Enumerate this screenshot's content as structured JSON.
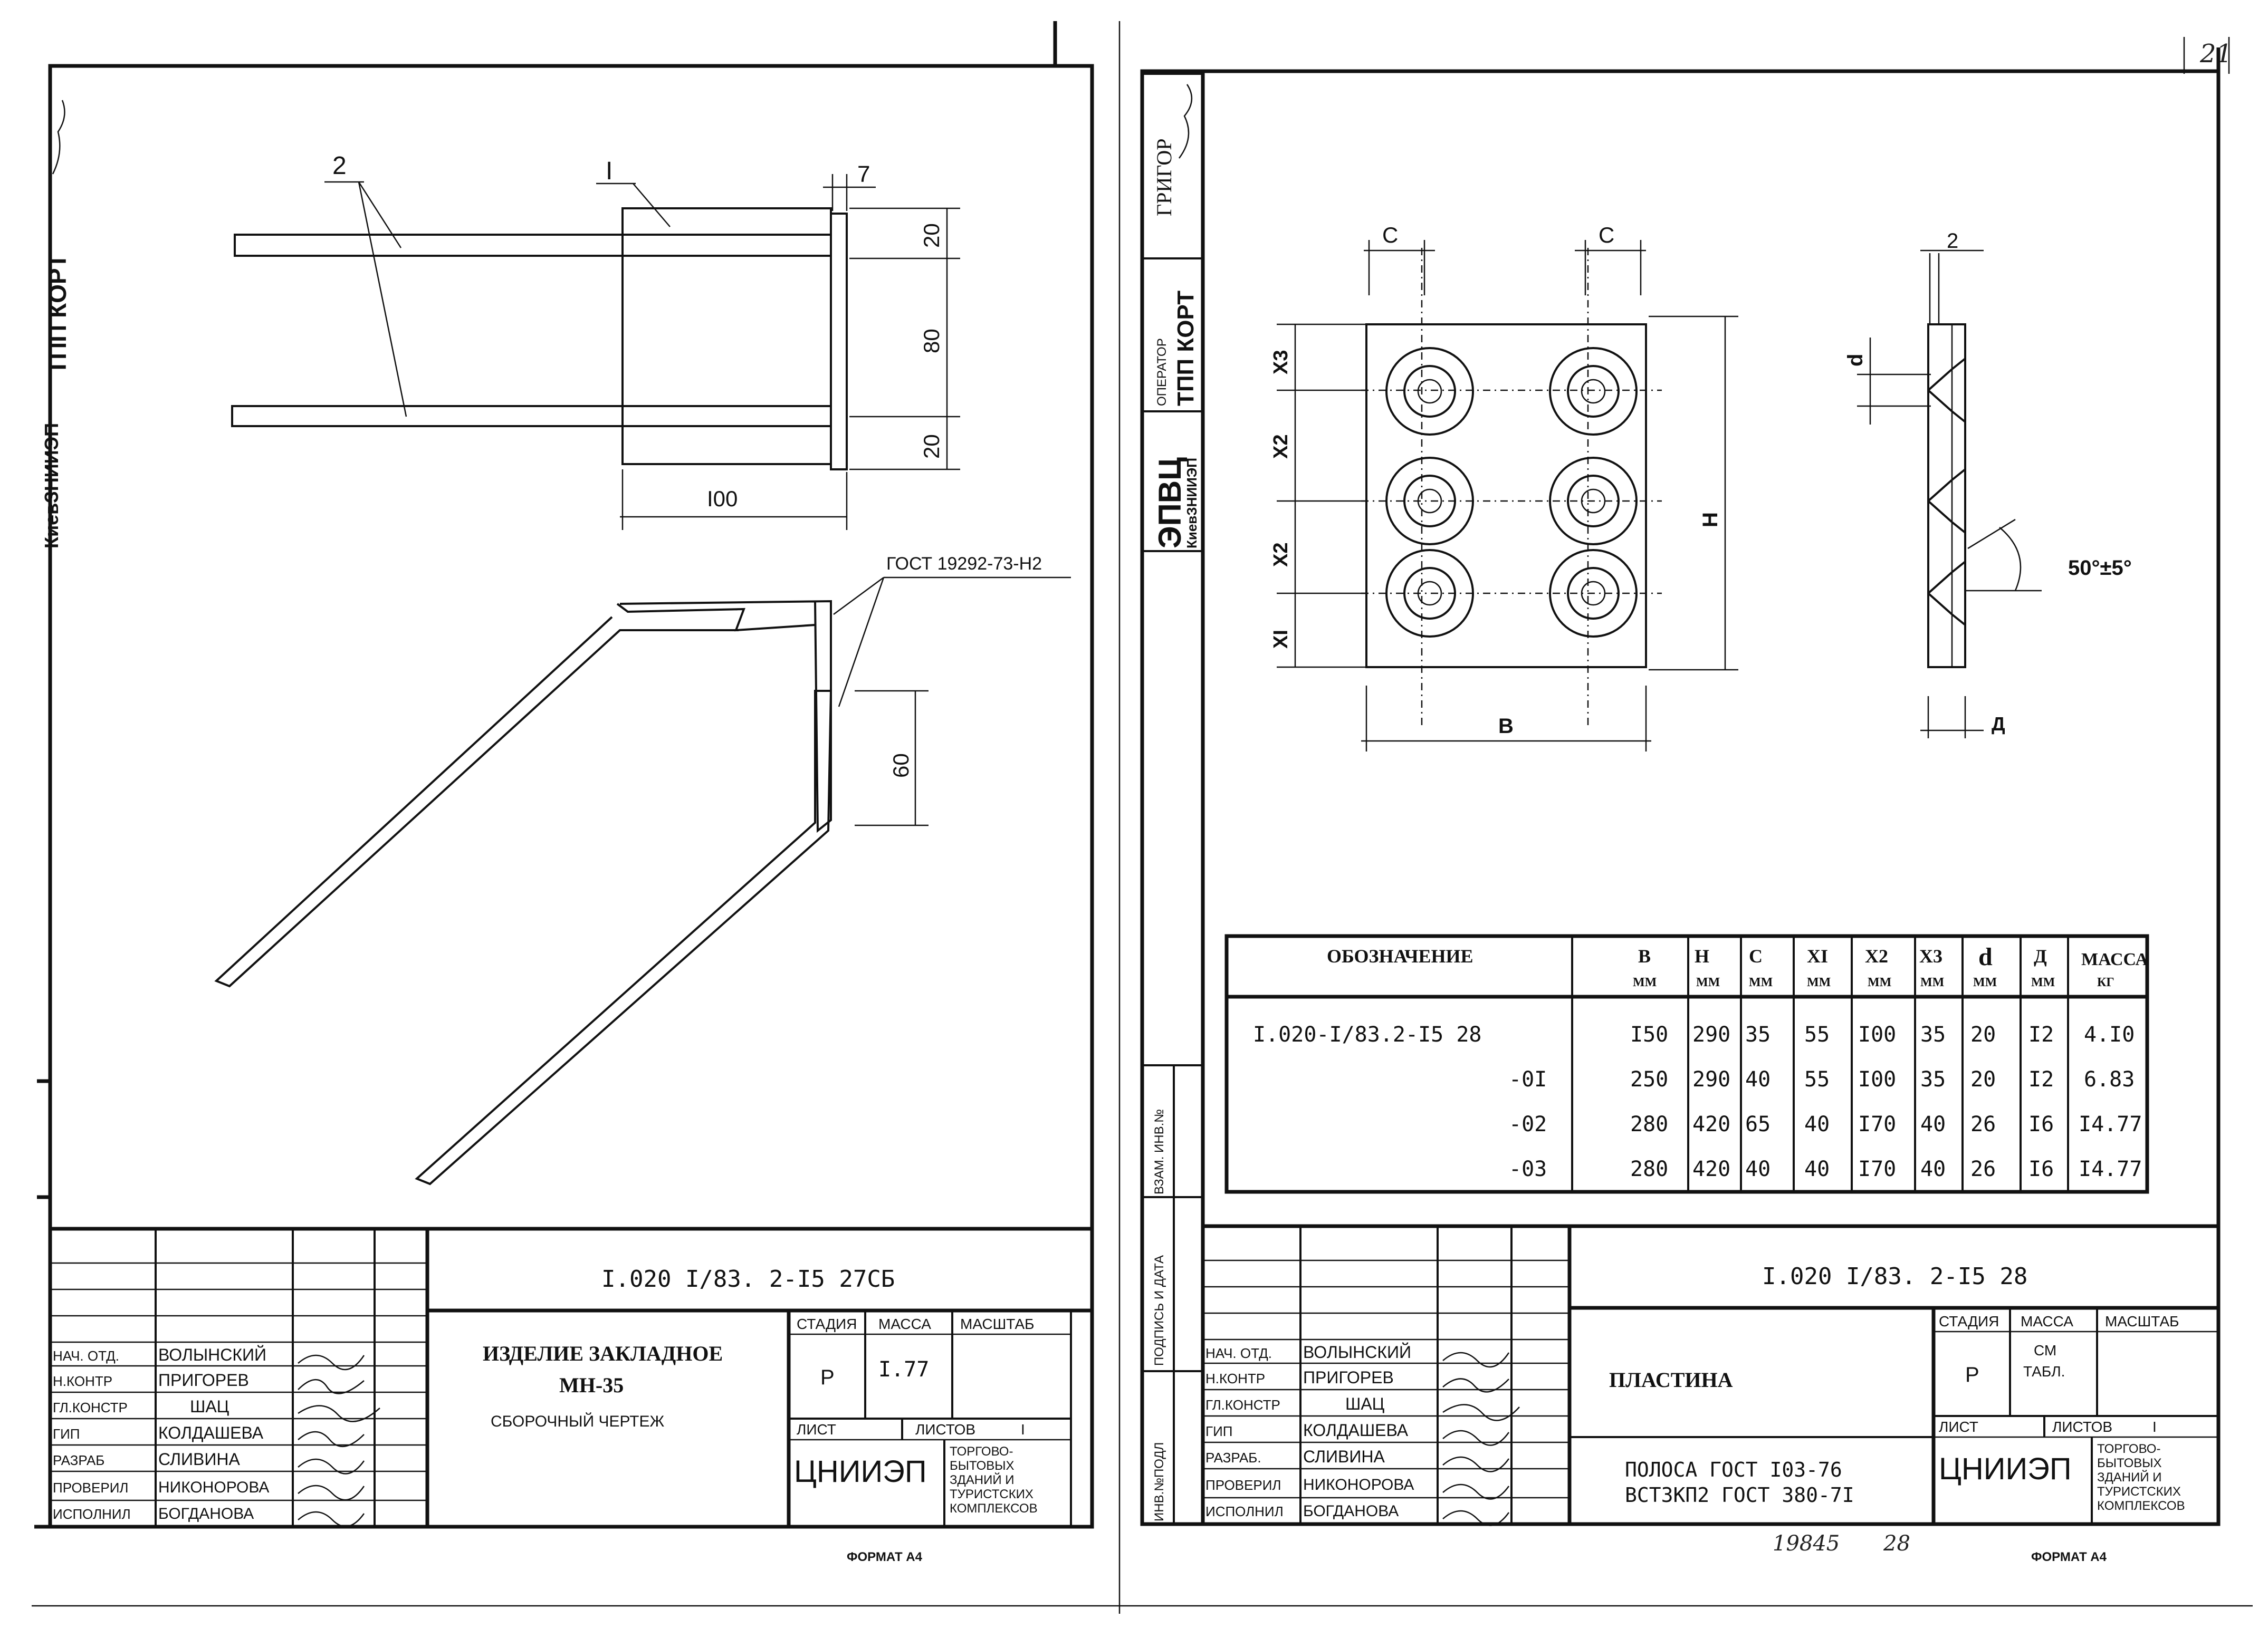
{
  "corner_page_number": "21",
  "left_sheet": {
    "side_stamp": {
      "org": "КиевЗНИИЭП",
      "operator": "ТПП КОРТ",
      "signature": "signature"
    },
    "top_view": {
      "callout_2": "2",
      "callout_1": "I",
      "callout_7": "7",
      "dim_20_top": "20",
      "dim_80": "80",
      "dim_20_bottom": "20",
      "dim_100": "I00"
    },
    "iso_view": {
      "note_gost": "ГОСТ 19292-73-Н2",
      "dim_60": "60"
    },
    "title_block": {
      "doc_code": "I.020 I/83. 2-I5 27СБ",
      "item_name": "ИЗДЕЛИЕ ЗАКЛАДНОЕ",
      "item_mark": "МН-35",
      "item_type": "СБОРОЧНЫЙ ЧЕРТЕЖ",
      "stage_header": "СТАДИЯ",
      "mass_header": "МАССА",
      "scale_header": "МАСШТАБ",
      "stage_value": "Р",
      "mass_value": "I.77",
      "sheet_label": "ЛИСТ",
      "sheets_label": "ЛИСТОВ",
      "sheets_value": "I",
      "org_name": "ЦНИИЭП",
      "org_desc": [
        "ТОРГОВО-",
        "БЫТОВЫХ",
        "ЗДАНИЙ И",
        "ТУРИСТСКИХ",
        "КОМПЛЕКСОВ"
      ],
      "roles": [
        {
          "role": "НАЧ. ОТД.",
          "name": "ВОЛЫНСКИЙ"
        },
        {
          "role": "Н.КОНТР",
          "name": "ПРИГОРЕВ"
        },
        {
          "role": "ГЛ.КОНСТР",
          "name": "ШАЦ"
        },
        {
          "role": "ГИП",
          "name": "КОЛДАШЕВА"
        },
        {
          "role": "РАЗРАБ",
          "name": "СЛИВИНА"
        },
        {
          "role": "ПРОВЕРИЛ",
          "name": "НИКОНОРОВА"
        },
        {
          "role": "ИСПОЛНИЛ",
          "name": "БОГДАНОВА"
        }
      ],
      "format": "ФОРМАТ А4"
    }
  },
  "right_sheet": {
    "side_stamp": {
      "org_big": "ЭПВЦ",
      "org": "КиевЗНИИЭП",
      "operator_role": "ОПЕРАТОР",
      "operator": "ТПП КОРТ",
      "name": "ГРИГОР",
      "signature": "signature"
    },
    "side_columns": [
      "ИНВ.№ПОДЛ",
      "ПОДПИСЬ И ДАТА",
      "ВЗАМ. ИНВ.№"
    ],
    "plan_view": {
      "label_c1": "С",
      "label_c2": "С",
      "label_x3": "X3",
      "label_x2a": "X2",
      "label_x2b": "X2",
      "label_x1": "XI",
      "label_h": "Н",
      "label_b": "В"
    },
    "section_view": {
      "label_2": "2",
      "label_d": "d",
      "label_angle": "50°±5°",
      "label_D": "Д"
    },
    "spec_table": {
      "headers": [
        {
          "top": "ОБОЗНАЧЕНИЕ",
          "unit": ""
        },
        {
          "top": "В",
          "unit": "ММ"
        },
        {
          "top": "Н",
          "unit": "ММ"
        },
        {
          "top": "С",
          "unit": "ММ"
        },
        {
          "top": "XI",
          "unit": "ММ"
        },
        {
          "top": "X2",
          "unit": "ММ"
        },
        {
          "top": "X3",
          "unit": "ММ"
        },
        {
          "top": "d",
          "unit": "ММ"
        },
        {
          "top": "Д",
          "unit": "ММ"
        },
        {
          "top": "МАССА",
          "unit": "КГ"
        }
      ],
      "rows": [
        [
          "I.020-I/83.2-I5 28",
          "I50",
          "290",
          "35",
          "55",
          "I00",
          "35",
          "20",
          "I2",
          "4.I0"
        ],
        [
          "-0I",
          "250",
          "290",
          "40",
          "55",
          "I00",
          "35",
          "20",
          "I2",
          "6.83"
        ],
        [
          "-02",
          "280",
          "420",
          "65",
          "40",
          "I70",
          "40",
          "26",
          "I6",
          "I4.77"
        ],
        [
          "-03",
          "280",
          "420",
          "40",
          "40",
          "I70",
          "40",
          "26",
          "I6",
          "I4.77"
        ]
      ]
    },
    "title_block": {
      "doc_code": "I.020 I/83. 2-I5 28",
      "item_name": "ПЛАСТИНА",
      "material_1": "ПОЛОСА  ГОСТ I03-76",
      "material_2": "ВСТ3КП2 ГОСТ 380-7I",
      "stage_header": "СТАДИЯ",
      "mass_header": "МАССА",
      "scale_header": "МАСШТАБ",
      "stage_value": "Р",
      "mass_value_1": "СМ",
      "mass_value_2": "ТАБЛ.",
      "sheet_label": "ЛИСТ",
      "sheets_label": "ЛИСТОВ",
      "sheets_value": "I",
      "org_name": "ЦНИИЭП",
      "org_desc": [
        "ТОРГОВО-",
        "БЫТОВЫХ",
        "ЗДАНИЙ И",
        "ТУРИСТСКИХ",
        "КОМПЛЕКСОВ"
      ],
      "roles": [
        {
          "role": "НАЧ. ОТД.",
          "name": "ВОЛЫНСКИЙ"
        },
        {
          "role": "Н.КОНТР",
          "name": "ПРИГОРЕВ"
        },
        {
          "role": "ГЛ.КОНСТР",
          "name": "ШАЦ"
        },
        {
          "role": "ГИП",
          "name": "КОЛДАШЕВА"
        },
        {
          "role": "РАЗРАБ.",
          "name": "СЛИВИНА"
        },
        {
          "role": "ПРОВЕРИЛ",
          "name": "НИКОНОРОВА"
        },
        {
          "role": "ИСПОЛНИЛ",
          "name": "БОГДАНОВА"
        }
      ],
      "archive_no": "19845",
      "archive_sheet": "28",
      "format": "ФОРМАТ А4"
    }
  }
}
